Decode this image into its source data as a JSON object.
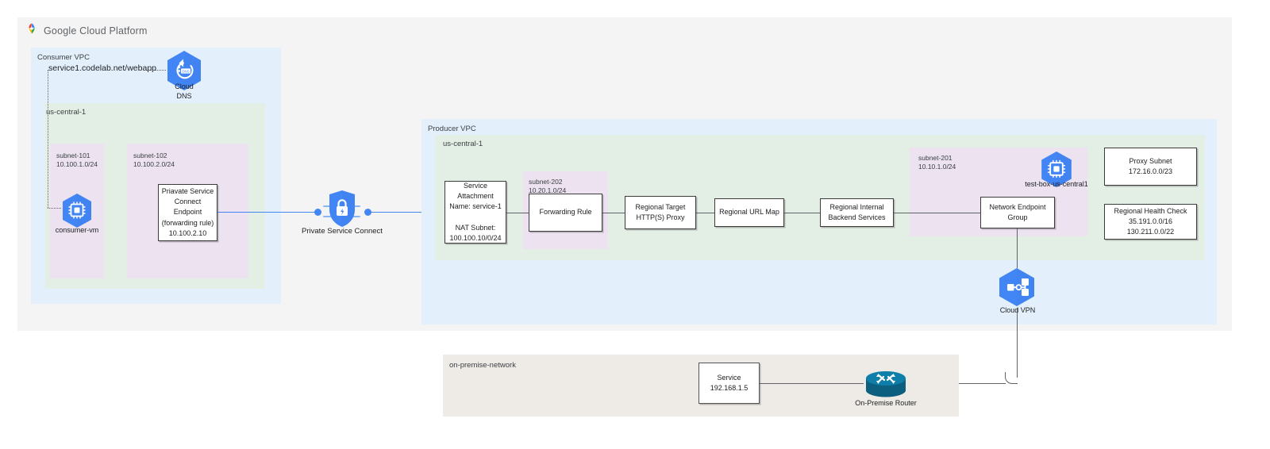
{
  "header": {
    "platform_label": "Google Cloud Platform",
    "logo_icon": "google-cloud-logo"
  },
  "consumer": {
    "vpc_label": "Consumer VPC",
    "region_label": "us-central-1",
    "dns_record": "service1.codelab.net/webapp",
    "cloud_dns": {
      "icon": "cloud-dns-icon",
      "caption": "Cloud\nDNS"
    },
    "subnets": [
      {
        "name": "subnet-101",
        "cidr": "10.100.1.0/24"
      },
      {
        "name": "subnet-102",
        "cidr": "10.100.2.0/24"
      }
    ],
    "consumer_vm": {
      "icon": "compute-engine-icon",
      "caption": "consumer-vm"
    },
    "psc_endpoint_box": "Priavate Service\nConnect Endpoint\n(forwarding rule)\n10.100.2.10"
  },
  "psc": {
    "icon": "private-service-connect-icon",
    "caption": "Private Service Connect"
  },
  "producer": {
    "vpc_label": "Producer VPC",
    "region_label": "us-central-1",
    "service_attachment_box": "Service\nAttachment\nName: service-1\n\nNAT Subnet:\n100.100.10/0/24",
    "subnet_202": {
      "name": "subnet-202",
      "cidr": "10.20.1.0/24"
    },
    "subnet_201": {
      "name": "subnet-201",
      "cidr": "10.10.1.0/24"
    },
    "forwarding_rule_box": "Forwarding Rule",
    "target_proxy_box": "Regional Target\nHTTP(S) Proxy",
    "url_map_box": "Regional URL Map",
    "backend_services_box": "Regional Internal\nBackend Services",
    "neg_box": "Network Endpoint\nGroup",
    "test_box": {
      "icon": "compute-engine-icon",
      "caption": "test-box-us-central1"
    },
    "proxy_subnet_box": "Proxy Subnet\n172.16.0.0/23",
    "health_check_box": "Regional Health Check\n35.191.0.0/16\n130.211.0.0/22"
  },
  "vpn": {
    "icon": "cloud-vpn-icon",
    "caption": "Cloud VPN"
  },
  "onpremise": {
    "network_label": "on-premise-network",
    "service_box": "Service\n192.168.1.5",
    "router": {
      "icon": "router-icon",
      "caption": "On-Premise Router"
    }
  },
  "colors": {
    "page_background": "#ffffff",
    "gcp_frame": "#f4f4f4",
    "vpc_blue": "#e3f0fc",
    "region_green": "#e3efe5",
    "subnet_purple": "#ece2f0",
    "onprem_beige": "#eeebe7",
    "google_blue": "#4285f4",
    "connector_gray": "#5f6368",
    "router_teal": "#11698e"
  }
}
